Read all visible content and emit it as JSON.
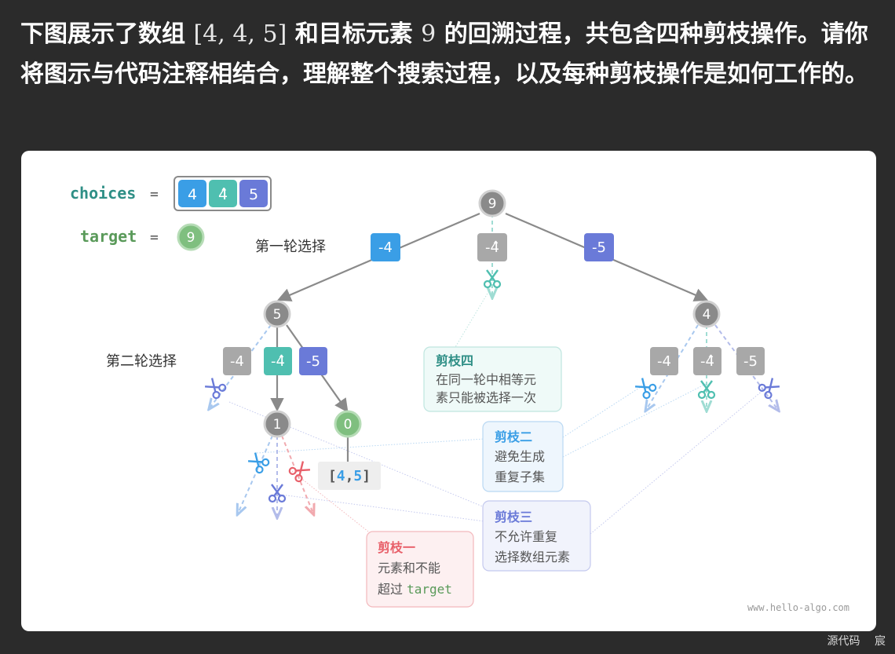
{
  "intro": {
    "p1": "下图展示了数组 ",
    "array_math": "[4, 4, 5]",
    "p2": " 和目标元素 ",
    "target_math": "9",
    "p3": " 的回溯过程，共包含四种剪枝操作。请你将图示与代码注释相结合，理解整个搜索过程，以及每种剪枝操作是如何工作的。"
  },
  "diagram": {
    "choices_label": "choices",
    "equals": "=",
    "choices": [
      "4",
      "4̂",
      "5"
    ],
    "target_label": "target",
    "target_value": "9",
    "round1_label": "第一轮选择",
    "round2_label": "第二轮选择",
    "root": "9",
    "node_left": "5",
    "node_right": "4",
    "node_1": "1",
    "node_0": "0",
    "edge_m4": "-4",
    "edge_m4hat": "-4̂",
    "edge_m5": "-5",
    "result_open": "[",
    "result_a": "4",
    "result_comma": ",",
    "result_b": "5",
    "result_close": "]",
    "p4_title": "剪枝四",
    "p4_line1": "在同一轮中相等元",
    "p4_line2": "素只能被选择一次",
    "p2_title": "剪枝二",
    "p2_line1": "避免生成",
    "p2_line2": "重复子集",
    "p3_title": "剪枝三",
    "p3_line1": "不允许重复",
    "p3_line2": "选择数组元素",
    "p1_title": "剪枝一",
    "p1_line1": "元素和不能",
    "p1_line2_pre": "超过 ",
    "p1_line2_code": "target",
    "watermark": "www.hello-algo.com"
  },
  "footer": {
    "source": "源代码",
    "user": "宸"
  },
  "colors": {
    "blue": "#3a9ee6",
    "teal": "#4fbfb0",
    "indigo": "#6a7ad8",
    "gray": "#a8a8a8",
    "node": "#8a8a8a",
    "green": "#7fbf7f",
    "red": "#e8606a",
    "title_teal": "#2f8f86"
  }
}
